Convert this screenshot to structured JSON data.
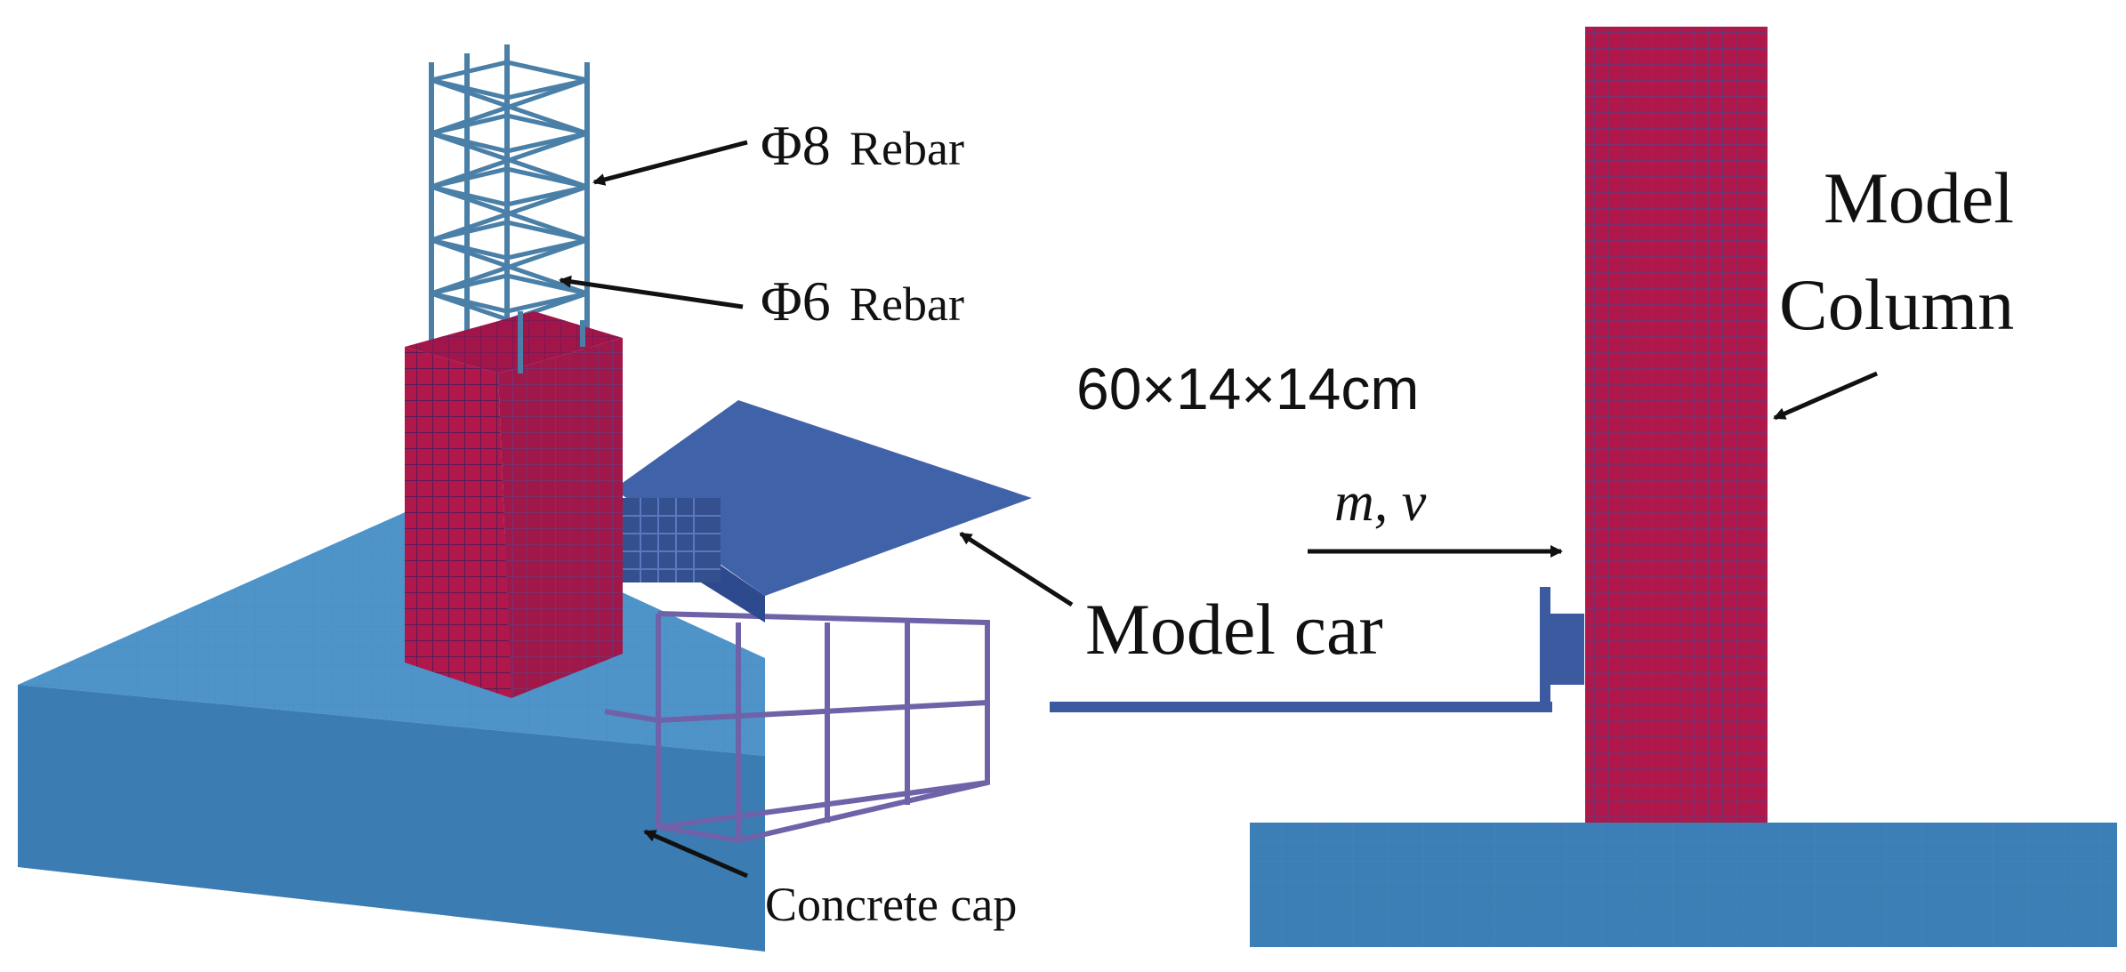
{
  "labels": {
    "rebar8_symbol": "Φ8",
    "rebar8_text": "Rebar",
    "rebar6_symbol": "Φ6",
    "rebar6_text": "Rebar",
    "model_car": "Model car",
    "concrete_cap": "Concrete cap",
    "model_column_line1": "Model",
    "model_column_line2": "Column",
    "dimension": "60×14×14cm",
    "impact": "m, v"
  },
  "colors": {
    "column": "#b0174a",
    "column_mesh": "#5a1a5a",
    "cap_top": "#4e93c8",
    "cap_side": "#3a7ab0",
    "car": "#3c5aa0",
    "car_dark": "#2b468a",
    "rebar": "#4a7fa8",
    "frame": "#7060a8",
    "arrow": "#111111"
  }
}
